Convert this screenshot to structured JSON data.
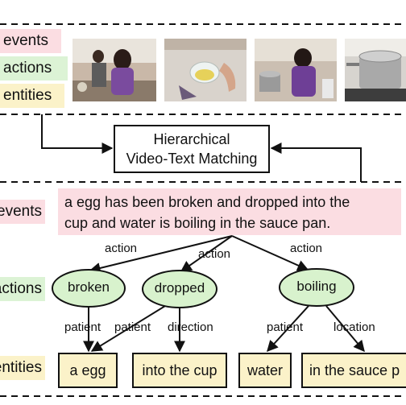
{
  "left_tags": {
    "top": {
      "events": "events",
      "actions": "actions",
      "entities": "entities"
    },
    "bottom": {
      "events": "events",
      "actions": "actions",
      "entities": "entities"
    }
  },
  "matching_box": {
    "line1": "Hierarchical",
    "line2": "Video-Text Matching"
  },
  "caption": {
    "line1": "a egg has been broken and dropped into the",
    "line2": "cup and water is boiling in the sauce pan."
  },
  "actions": {
    "broken": "broken",
    "dropped": "dropped",
    "boiling": "boiling"
  },
  "edge_labels": {
    "action_left": "action",
    "action_mid": "action",
    "action_right": "action",
    "patient_1": "patient",
    "patient_2": "patient",
    "direction": "direction",
    "patient_3": "patient",
    "location": "location"
  },
  "entities": {
    "egg": "a egg",
    "cup": "into the cup",
    "water": "water",
    "pan": "in the sauce p"
  },
  "colors": {
    "event_bg": "#fbdde2",
    "action_bg": "#dcf3d5",
    "entity_bg": "#fbf2c9",
    "node_fill": "#d8f2cd"
  },
  "video_frames": [
    "frame-girl-at-counter",
    "frame-cup-with-egg",
    "frame-girl-at-stove",
    "frame-sauce-pan-boiling"
  ]
}
